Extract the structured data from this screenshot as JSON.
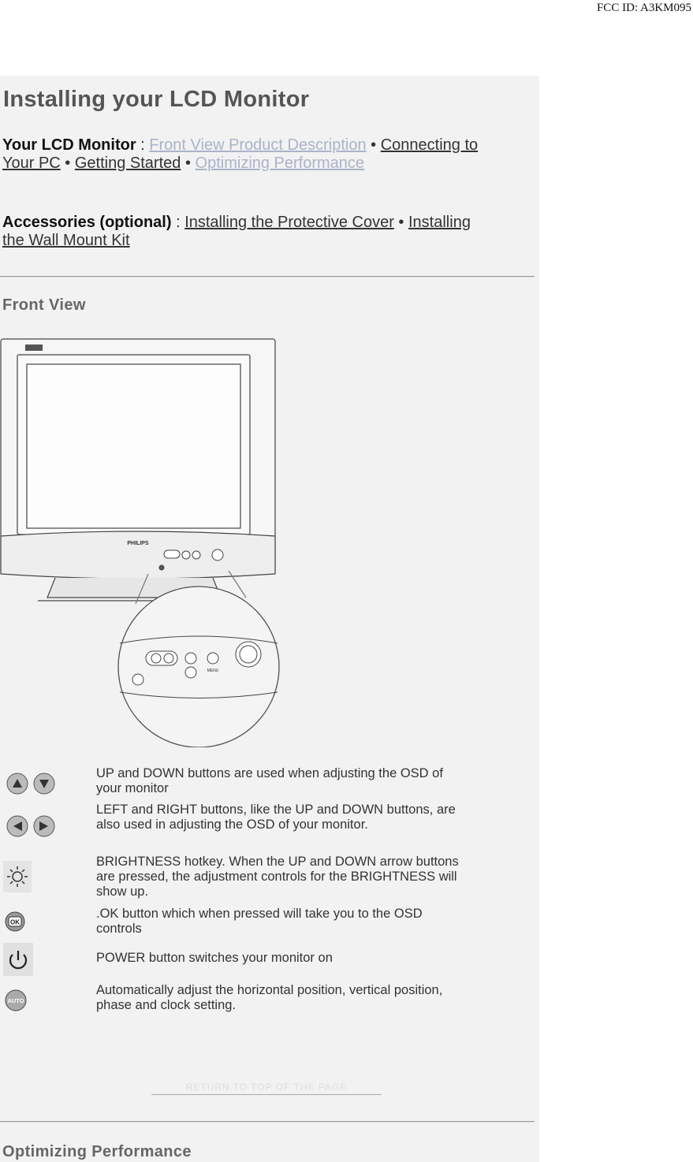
{
  "fcc_id": "FCC ID: A3KM095",
  "page_title": "Installing your LCD Monitor",
  "your_lcd": {
    "label": "Your LCD Monitor",
    "sep": " : ",
    "links": [
      "Front View Product Description",
      "Connecting to Your PC",
      "Getting Started",
      "Optimizing Performance"
    ]
  },
  "accessories": {
    "label": "Accessories (optional)",
    "sep": " : ",
    "links": [
      "Installing the Protective Cover",
      "Installing the Wall Mount Kit"
    ]
  },
  "front_view_heading": "Front View",
  "figure": {
    "brand": "PHILIPS",
    "menu_label": "MENU"
  },
  "controls": [
    {
      "icon": "up-down-arrow-icons",
      "text": "UP and DOWN buttons are used when adjusting the OSD of your monitor"
    },
    {
      "icon": "left-right-arrow-icons",
      "text": "LEFT and RIGHT buttons, like the UP and DOWN buttons, are also used in adjusting the OSD of your monitor."
    },
    {
      "icon": "brightness-icon",
      "text": "BRIGHTNESS hotkey. When the UP and DOWN arrow buttons are pressed, the adjustment controls for the BRIGHTNESS will show up."
    },
    {
      "icon": "ok-icon",
      "text": ".OK button which when pressed will take you to the OSD controls"
    },
    {
      "icon": "power-icon",
      "text": "POWER button switches your monitor on"
    },
    {
      "icon": "auto-icon",
      "text": "Automatically adjust the horizontal position, vertical position, phase and clock setting."
    }
  ],
  "icon_labels": {
    "ok": "OK",
    "auto": "AUTO"
  },
  "return_link": "RETURN TO TOP OF THE PAGE",
  "optimizing_heading": "Optimizing Performance"
}
